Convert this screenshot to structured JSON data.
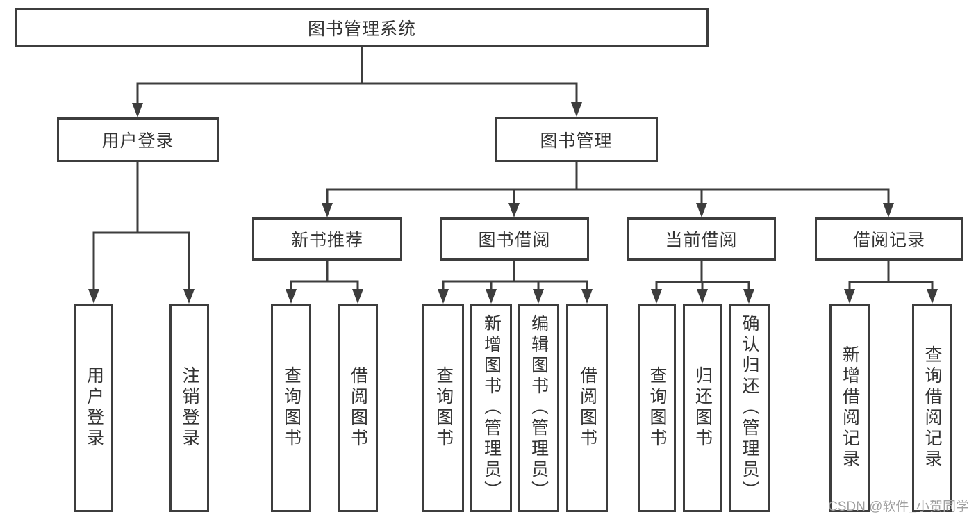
{
  "diagram": {
    "title": "图书管理系统",
    "root": {
      "label": "图书管理系统"
    },
    "level1": [
      {
        "label": "用户登录"
      },
      {
        "label": "图书管理"
      }
    ],
    "level2": [
      {
        "label": "新书推荐"
      },
      {
        "label": "图书借阅"
      },
      {
        "label": "当前借阅"
      },
      {
        "label": "借阅记录"
      }
    ],
    "leaves": {
      "user": [
        {
          "label": "用户登录"
        },
        {
          "label": "注销登录"
        }
      ],
      "newbook": [
        {
          "label": "查询图书"
        },
        {
          "label": "借阅图书"
        }
      ],
      "borrow": [
        {
          "label": "查询图书"
        },
        {
          "label": "新增图书（管理员）"
        },
        {
          "label": "编辑图书（管理员）"
        },
        {
          "label": "借阅图书"
        }
      ],
      "current": [
        {
          "label": "查询图书"
        },
        {
          "label": "归还图书"
        },
        {
          "label": "确认归还（管理员）"
        }
      ],
      "record": [
        {
          "label": "新增借阅记录"
        },
        {
          "label": "查询借阅记录"
        }
      ]
    },
    "icons": {
      "arrow": "arrow-down-icon"
    },
    "colors": {
      "line": "#3d3d3d",
      "text": "#333333",
      "background": "#ffffff",
      "watermark": "#a0a0a0"
    }
  },
  "watermark": {
    "text": "CSDN @软件_小贺同学"
  }
}
